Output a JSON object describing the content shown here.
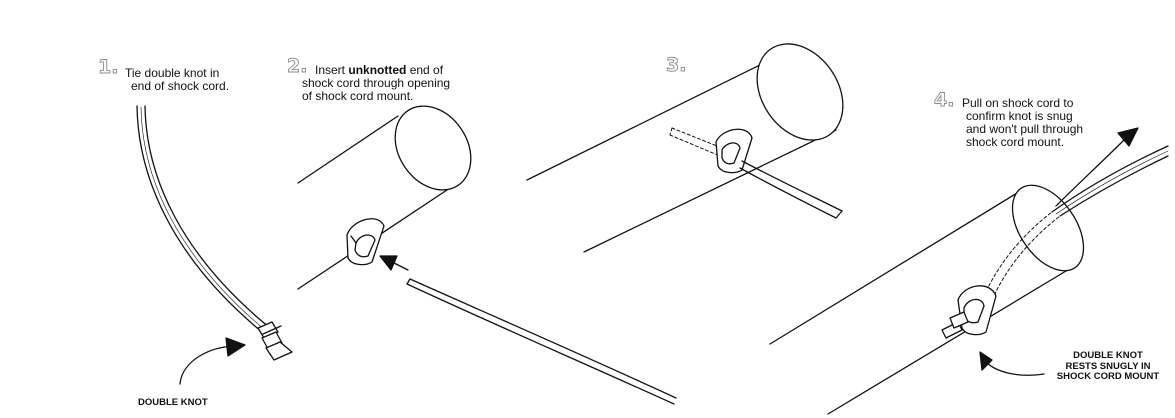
{
  "steps": [
    {
      "number": "1.",
      "lines": [
        "Tie double knot in",
        "end of shock cord."
      ]
    },
    {
      "number": "2.",
      "line1_pre": "Insert ",
      "line1_bold": "unknotted",
      "line1_post": " end of",
      "line2": "shock cord through opening",
      "line3": "of shock cord mount."
    },
    {
      "number": "3."
    },
    {
      "number": "4.",
      "lines": [
        "Pull on shock cord to",
        "confirm knot is snug",
        "and won't pull through",
        "shock cord mount."
      ]
    }
  ],
  "callouts": {
    "double_knot": "DOUBLE KNOT",
    "rests_lines": [
      "DOUBLE KNOT",
      "RESTS SNUGLY IN",
      "SHOCK CORD MOUNT"
    ]
  },
  "colors": {
    "ink": "#111111",
    "step_number_outline": "#8a8a8a",
    "background": "#ffffff"
  }
}
